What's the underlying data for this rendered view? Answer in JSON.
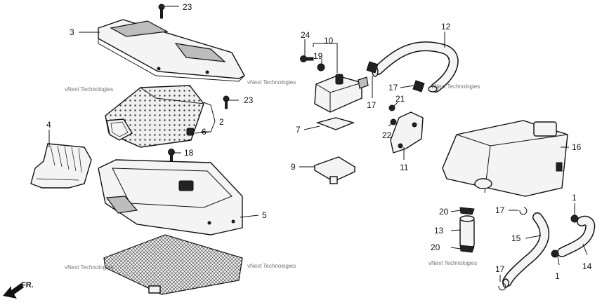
{
  "callouts": {
    "c23a": "23",
    "c3": "3",
    "c24": "24",
    "c10": "10",
    "c19": "19",
    "c12": "12",
    "c17a": "17",
    "c17b": "17",
    "c21": "21",
    "c22": "22",
    "c11": "11",
    "c16": "16",
    "c23b": "23",
    "c2": "2",
    "c6": "6",
    "c4": "4",
    "c18": "18",
    "c7": "7",
    "c9": "9",
    "c5": "5",
    "c20a": "20",
    "c13": "13",
    "c20b": "20",
    "c17c": "17",
    "c15": "15",
    "c1a": "1",
    "c1b": "1",
    "c14": "14",
    "c17d": "17"
  },
  "watermarks": [
    "vNext Technologies",
    "vNext Technologies",
    "vNext Technologies",
    "vNext Technologies",
    "vNext Technologies"
  ],
  "direction_label": "FR."
}
